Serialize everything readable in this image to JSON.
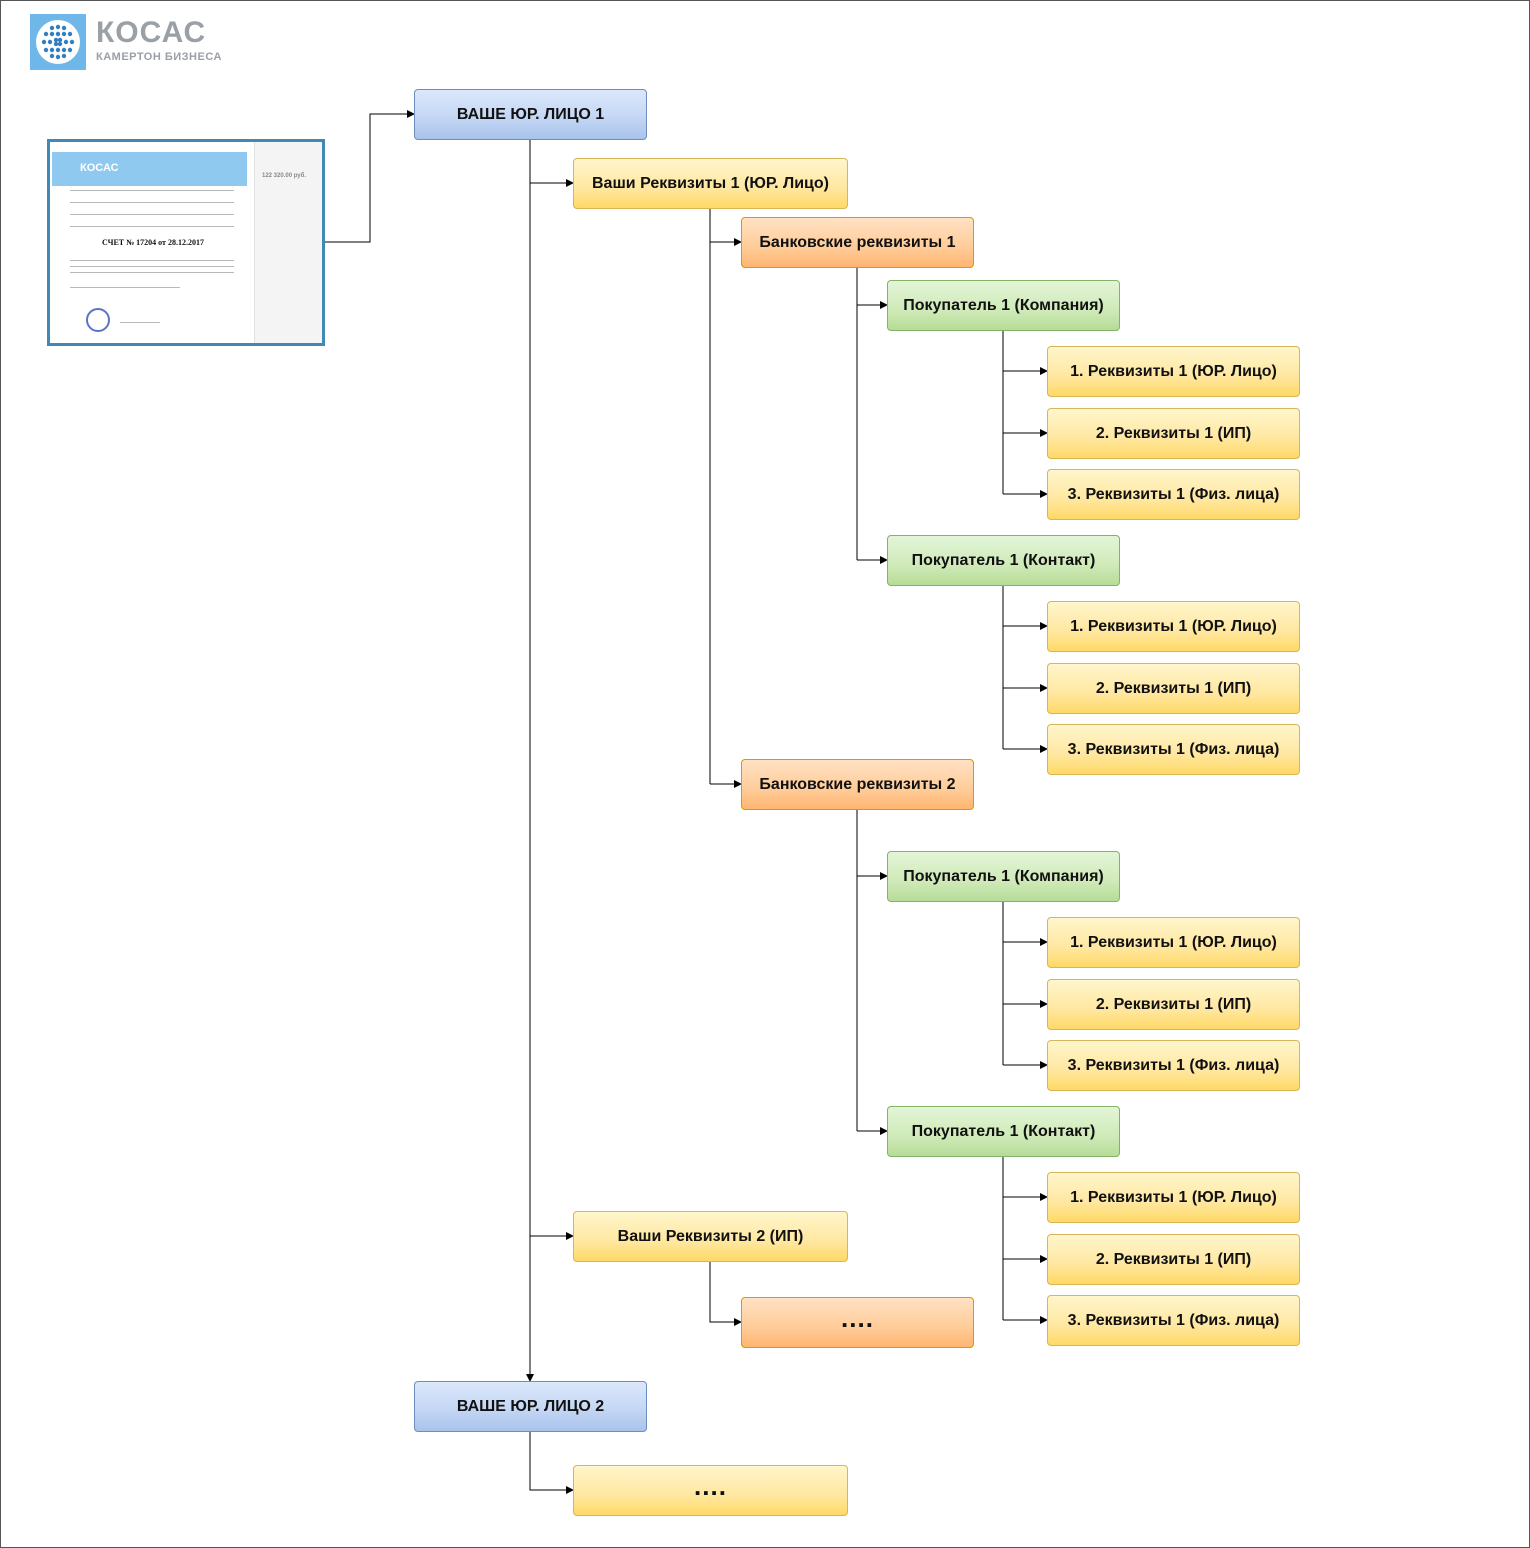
{
  "logo": {
    "name": "КОСАС",
    "tagline": "КАМЕРТОН БИЗНЕСА"
  },
  "invoice_thumbnail": {
    "brand": "КОСАС",
    "title": "СЧЕТ № 17204 от 28.12.2017",
    "amount": "122 320.00 руб."
  },
  "colors": {
    "blue": "#c7d9f5",
    "yellow": "#ffe599",
    "orange": "#ffcc99",
    "green": "#d5e8d4",
    "line": "#000000"
  },
  "nodes": {
    "legal1": "ВАШЕ ЮР. ЛИЦО 1",
    "rekv1": "Ваши Реквизиты 1 (ЮР. Лицо)",
    "bank1": "Банковские реквизиты 1",
    "b1_buyer_company": "Покупатель 1 (Компания)",
    "b1_bc_r1": "1. Реквизиты 1 (ЮР. Лицо)",
    "b1_bc_r2": "2. Реквизиты 1 (ИП)",
    "b1_bc_r3": "3. Реквизиты 1 (Физ. лица)",
    "b1_buyer_contact": "Покупатель 1 (Контакт)",
    "b1_ct_r1": "1. Реквизиты 1 (ЮР. Лицо)",
    "b1_ct_r2": "2. Реквизиты 1 (ИП)",
    "b1_ct_r3": "3. Реквизиты 1 (Физ. лица)",
    "bank2": "Банковские реквизиты 2",
    "b2_buyer_company": "Покупатель 1 (Компания)",
    "b2_bc_r1": "1. Реквизиты 1 (ЮР. Лицо)",
    "b2_bc_r2": "2. Реквизиты 1 (ИП)",
    "b2_bc_r3": "3. Реквизиты 1 (Физ. лица)",
    "b2_buyer_contact": "Покупатель 1 (Контакт)",
    "b2_ct_r1": "1. Реквизиты 1 (ЮР. Лицо)",
    "b2_ct_r2": "2. Реквизиты 1 (ИП)",
    "b2_ct_r3": "3. Реквизиты 1 (Физ. лица)",
    "rekv2": "Ваши Реквизиты 2 (ИП)",
    "rekv2_more": "....",
    "legal2": "ВАШЕ ЮР. ЛИЦО 2",
    "legal2_more": "...."
  }
}
